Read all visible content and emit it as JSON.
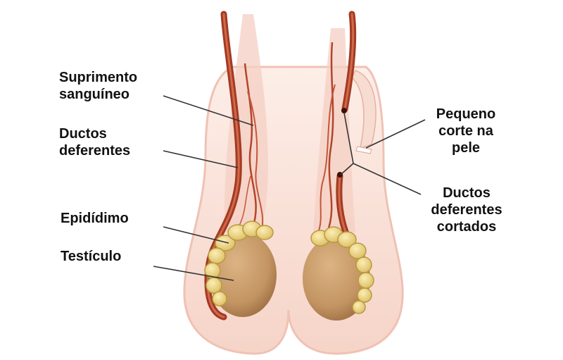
{
  "labels": {
    "blood_supply": [
      "Suprimento",
      "sanguíneo"
    ],
    "vas_deferens": [
      "Ductos",
      "deferentes"
    ],
    "epididymis": [
      "Epidídimo"
    ],
    "testicle": [
      "Testículo"
    ],
    "incision": [
      "Pequeno",
      "corte na",
      "pele"
    ],
    "cut_ducts": [
      "Ductos",
      "deferentes",
      "cortados"
    ]
  },
  "colors": {
    "skin_light": "#fbe4dc",
    "skin_mid": "#f3c9bb",
    "skin_outline": "#e7a898",
    "vessel_dark": "#a33a22",
    "vessel_light": "#c4563a",
    "epididymis_fill": "#f0d78a",
    "epididymis_edge": "#b89a3c",
    "testicle_fill": "#c79a66",
    "testicle_dark": "#9d6f43",
    "leader_line": "#333333"
  }
}
